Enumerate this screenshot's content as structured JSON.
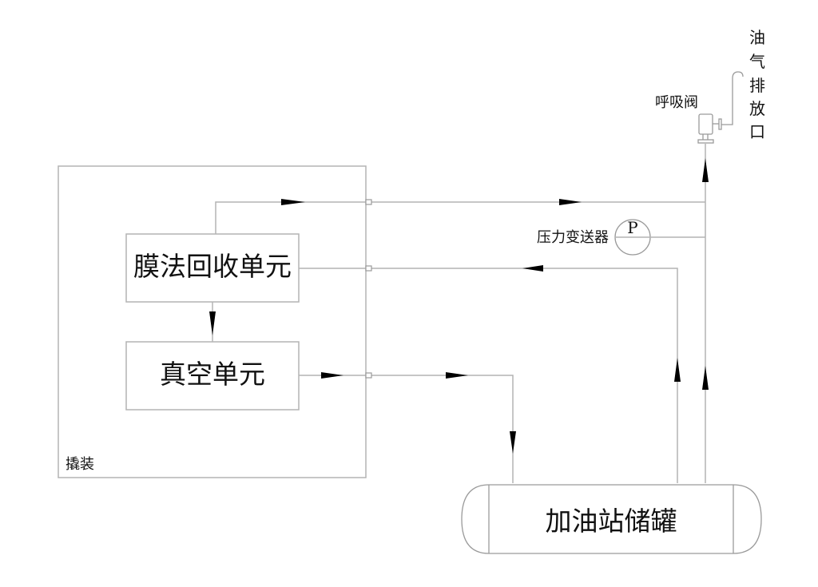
{
  "diagram": {
    "skid": {
      "label": "撬装"
    },
    "membrane_unit": {
      "label": "膜法回收单元"
    },
    "vacuum_unit": {
      "label": "真空单元"
    },
    "pressure_transmitter": {
      "label": "压力变送器",
      "symbol": "P"
    },
    "breather_valve": {
      "label": "呼吸阀"
    },
    "vent_outlet": {
      "label_chars": [
        "油",
        "气",
        "排",
        "放",
        "口"
      ]
    },
    "storage_tank": {
      "label": "加油站储罐"
    },
    "connections": [
      {
        "from": "membrane_unit",
        "to": "vent_line",
        "direction": "right"
      },
      {
        "from": "storage_tank",
        "to": "membrane_unit",
        "direction": "left"
      },
      {
        "from": "membrane_unit",
        "to": "vacuum_unit",
        "direction": "down"
      },
      {
        "from": "vacuum_unit",
        "to": "storage_tank",
        "direction": "right-down"
      },
      {
        "from": "storage_tank",
        "to": "breather_valve",
        "direction": "up"
      },
      {
        "from": "pressure_transmitter",
        "to": "vent_line",
        "direction": "right"
      }
    ]
  }
}
